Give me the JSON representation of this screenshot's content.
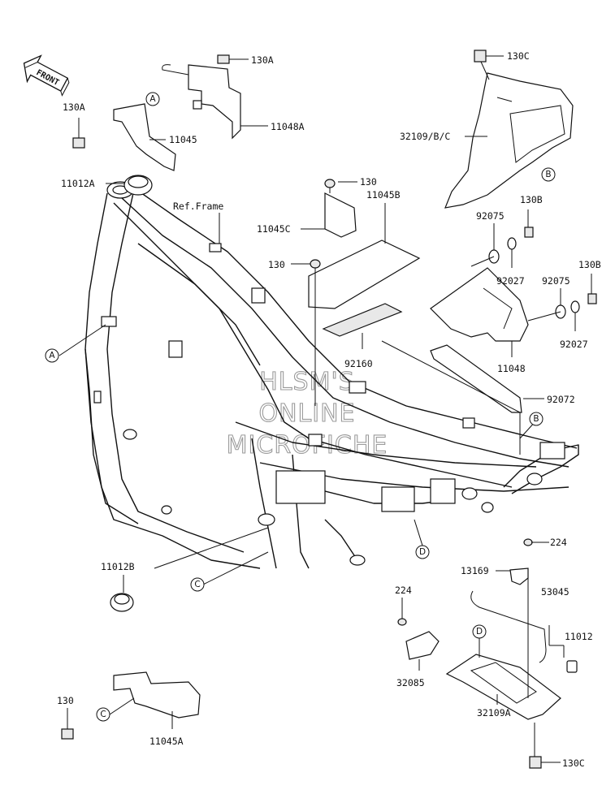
{
  "front_arrow": "FRONT",
  "watermark": [
    "HLSM'S",
    "ONLINE",
    "MICROFICHE"
  ],
  "labels": {
    "l130A_top": "130A",
    "l11048A": "11048A",
    "l130A_left": "130A",
    "l11045": "11045",
    "l11012A": "11012A",
    "l_ref_frame": "Ref.Frame",
    "l130C_top": "130C",
    "l32109BC": "32109/B/C",
    "l130_mid": "130",
    "l11045C": "11045C",
    "l11045B": "11045B",
    "l130_center": "130",
    "l130B_top": "130B",
    "l92075_top": "92075",
    "l92027_top": "92027",
    "l130B_right": "130B",
    "l92075_right": "92075",
    "l92027_right": "92027",
    "l92160": "92160",
    "l11048": "11048",
    "l92072": "92072",
    "l224_right": "224",
    "l11012B": "11012B",
    "l13169": "13169",
    "l53045": "53045",
    "l224_low": "224",
    "l11012": "11012",
    "l32085": "32085",
    "l32109A": "32109A",
    "l130_bottom": "130",
    "l11045A": "11045A",
    "l130C_bottom": "130C"
  },
  "callouts": {
    "A_top": "A",
    "A_left": "A",
    "B_top": "B",
    "B_right": "B",
    "C_left": "C",
    "C_bottom": "C",
    "D_mid": "D",
    "D_bottom": "D"
  }
}
